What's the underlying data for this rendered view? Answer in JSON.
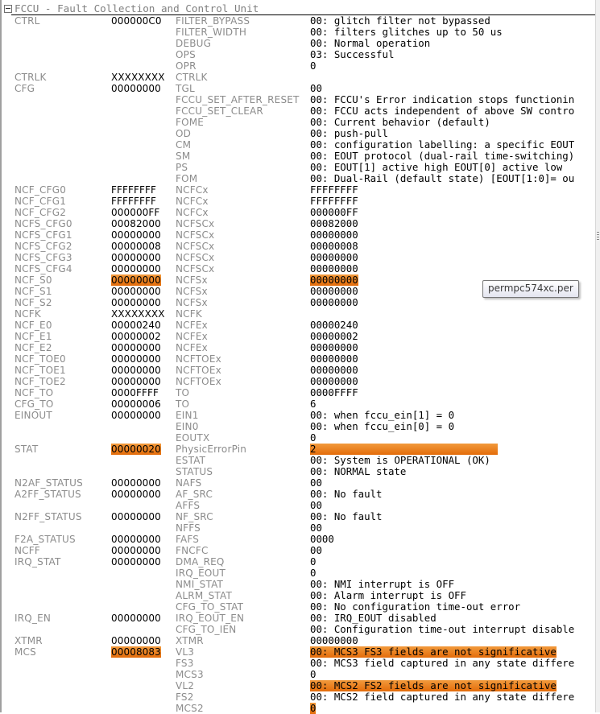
{
  "peripheral": {
    "title": "FCCU - Fault Collection and Control Unit",
    "expanded": true
  },
  "tooltip": {
    "text": "permpc574xc.per"
  },
  "colors": {
    "highlight": "#e8720c",
    "register_label": "#8c8c8c",
    "value_text": "#000000"
  },
  "rows": [
    {
      "reg": "CTRL",
      "hex": "000000C0",
      "field": "FILTER_BYPASS",
      "value": "00: glitch filter not bypassed"
    },
    {
      "reg": "",
      "hex": "",
      "field": "FILTER_WIDTH",
      "value": "00: filters glitches up to 50 us"
    },
    {
      "reg": "",
      "hex": "",
      "field": "DEBUG",
      "value": "00: Normal operation"
    },
    {
      "reg": "",
      "hex": "",
      "field": "OPS",
      "value": "03: Successful"
    },
    {
      "reg": "",
      "hex": "",
      "field": "OPR",
      "value": "0"
    },
    {
      "reg": "CTRLK",
      "hex": "XXXXXXXX",
      "field": "CTRLK",
      "value": ""
    },
    {
      "reg": "CFG",
      "hex": "00000000",
      "field": "TGL",
      "value": "00"
    },
    {
      "reg": "",
      "hex": "",
      "field": "FCCU_SET_AFTER_RESET",
      "value": "00: FCCU's Error indication stops functionin"
    },
    {
      "reg": "",
      "hex": "",
      "field": "FCCU_SET_CLEAR",
      "value": "00: FCCU acts independent of above SW contro"
    },
    {
      "reg": "",
      "hex": "",
      "field": "FOME",
      "value": "00: Current behavior (default)"
    },
    {
      "reg": "",
      "hex": "",
      "field": "OD",
      "value": "00: push-pull"
    },
    {
      "reg": "",
      "hex": "",
      "field": "CM",
      "value": "00: configuration labelling: a specific EOUT"
    },
    {
      "reg": "",
      "hex": "",
      "field": "SM",
      "value": "00: EOUT protocol (dual-rail time-switching)"
    },
    {
      "reg": "",
      "hex": "",
      "field": "PS",
      "value": "00: EOUT[1] active high EOUT[0] active low"
    },
    {
      "reg": "",
      "hex": "",
      "field": "FOM",
      "value": "00: Dual-Rail (default state) [EOUT[1:0]= ou"
    },
    {
      "reg": "NCF_CFG0",
      "hex": "FFFFFFFF",
      "field": "NCFCx",
      "value": "FFFFFFFF"
    },
    {
      "reg": "NCF_CFG1",
      "hex": "FFFFFFFF",
      "field": "NCFCx",
      "value": "FFFFFFFF"
    },
    {
      "reg": "NCF_CFG2",
      "hex": "000000FF",
      "field": "NCFCx",
      "value": "000000FF"
    },
    {
      "reg": "NCFS_CFG0",
      "hex": "00082000",
      "field": "NCFSCx",
      "value": "00082000"
    },
    {
      "reg": "NCFS_CFG1",
      "hex": "00000000",
      "field": "NCFSCx",
      "value": "00000000"
    },
    {
      "reg": "NCFS_CFG2",
      "hex": "00000008",
      "field": "NCFSCx",
      "value": "00000008"
    },
    {
      "reg": "NCFS_CFG3",
      "hex": "00000000",
      "field": "NCFSCx",
      "value": "00000000"
    },
    {
      "reg": "NCFS_CFG4",
      "hex": "00000000",
      "field": "NCFSCx",
      "value": "00000000"
    },
    {
      "reg": "NCF_S0",
      "hex": "00000000",
      "field": "NCFSx",
      "value": "00000000",
      "hex_changed": true,
      "value_changed": true
    },
    {
      "reg": "NCF_S1",
      "hex": "00000000",
      "field": "NCFSx",
      "value": "00000000"
    },
    {
      "reg": "NCF_S2",
      "hex": "00000000",
      "field": "NCFSx",
      "value": "00000000"
    },
    {
      "reg": "NCFK",
      "hex": "XXXXXXXX",
      "field": "NCFK",
      "value": ""
    },
    {
      "reg": "NCF_E0",
      "hex": "00000240",
      "field": "NCFEx",
      "value": "00000240"
    },
    {
      "reg": "NCF_E1",
      "hex": "00000002",
      "field": "NCFEx",
      "value": "00000002"
    },
    {
      "reg": "NCF_E2",
      "hex": "00000000",
      "field": "NCFEx",
      "value": "00000000"
    },
    {
      "reg": "NCF_TOE0",
      "hex": "00000000",
      "field": "NCFTOEx",
      "value": "00000000"
    },
    {
      "reg": "NCF_TOE1",
      "hex": "00000000",
      "field": "NCFTOEx",
      "value": "00000000"
    },
    {
      "reg": "NCF_TOE2",
      "hex": "00000000",
      "field": "NCFTOEx",
      "value": "00000000"
    },
    {
      "reg": "NCF_TO",
      "hex": "0000FFFF",
      "field": "TO",
      "value": "0000FFFF"
    },
    {
      "reg": "CFG_TO",
      "hex": "00000006",
      "field": "TO",
      "value": "6"
    },
    {
      "reg": "EINOUT",
      "hex": "00000000",
      "field": "EIN1",
      "value": "00: when fccu_ein[1] = 0"
    },
    {
      "reg": "",
      "hex": "",
      "field": "EIN0",
      "value": "00: when fccu_ein[0] = 0"
    },
    {
      "reg": "",
      "hex": "",
      "field": "EOUTX",
      "value": "0"
    },
    {
      "reg": "STAT",
      "hex": "00000020",
      "field": "PhysicErrorPin",
      "value": "2",
      "hex_changed": true,
      "value_changed": true,
      "value_width": 233
    },
    {
      "reg": "",
      "hex": "",
      "field": "ESTAT",
      "value": "00: System is OPERATIONAL (OK)"
    },
    {
      "reg": "",
      "hex": "",
      "field": "STATUS",
      "value": "00: NORMAL state"
    },
    {
      "reg": "N2AF_STATUS",
      "hex": "00000000",
      "field": "NAFS",
      "value": "00"
    },
    {
      "reg": "A2FF_STATUS",
      "hex": "00000000",
      "field": "AF_SRC",
      "value": "00: No fault"
    },
    {
      "reg": "",
      "hex": "",
      "field": "AFFS",
      "value": "00"
    },
    {
      "reg": "N2FF_STATUS",
      "hex": "00000000",
      "field": "NF_SRC",
      "value": "00: No fault"
    },
    {
      "reg": "",
      "hex": "",
      "field": "NFFS",
      "value": "00"
    },
    {
      "reg": "F2A_STATUS",
      "hex": "00000000",
      "field": "FAFS",
      "value": "0000"
    },
    {
      "reg": "NCFF",
      "hex": "00000000",
      "field": "FNCFC",
      "value": "00"
    },
    {
      "reg": "IRQ_STAT",
      "hex": "00000000",
      "field": "DMA_REQ",
      "value": "0"
    },
    {
      "reg": "",
      "hex": "",
      "field": "IRQ_EOUT",
      "value": "0"
    },
    {
      "reg": "",
      "hex": "",
      "field": "NMI_STAT",
      "value": "00: NMI interrupt is OFF"
    },
    {
      "reg": "",
      "hex": "",
      "field": "ALRM_STAT",
      "value": "00: Alarm interrupt is OFF"
    },
    {
      "reg": "",
      "hex": "",
      "field": "CFG_TO_STAT",
      "value": "00: No configuration time-out error"
    },
    {
      "reg": "IRQ_EN",
      "hex": "00000000",
      "field": "IRQ_EOUT_EN",
      "value": "00: IRQ_EOUT disabled"
    },
    {
      "reg": "",
      "hex": "",
      "field": "CFG_TO_IEN",
      "value": "00: Configuration time-out interrupt disable"
    },
    {
      "reg": "XTMR",
      "hex": "00000000",
      "field": "XTMR",
      "value": "00000000"
    },
    {
      "reg": "MCS",
      "hex": "00008083",
      "field": "VL3",
      "value": "00: MCS3 FS3 fields are not significative",
      "hex_changed": true,
      "value_changed": true
    },
    {
      "reg": "",
      "hex": "",
      "field": "FS3",
      "value": "00: MCS3 field captured in any state differe"
    },
    {
      "reg": "",
      "hex": "",
      "field": "MCS3",
      "value": "0"
    },
    {
      "reg": "",
      "hex": "",
      "field": "VL2",
      "value": "00: MCS2 FS2 fields are not significative",
      "value_changed": true
    },
    {
      "reg": "",
      "hex": "",
      "field": "FS2",
      "value": "00: MCS2 field captured in any state differe"
    },
    {
      "reg": "",
      "hex": "",
      "field": "MCS2",
      "value": "0",
      "value_changed": true
    }
  ]
}
